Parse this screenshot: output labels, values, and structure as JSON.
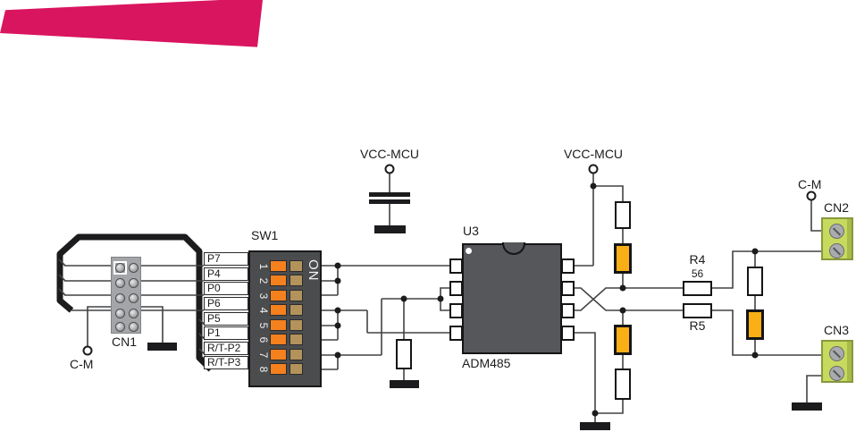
{
  "banner": {
    "color": "#D9155F"
  },
  "connector_cn1": {
    "ref": "CN1",
    "terminal_label": "C-M"
  },
  "net_labels": [
    "P7",
    "P4",
    "P0",
    "P6",
    "P5",
    "P1",
    "R/T-P2",
    "R/T-P3"
  ],
  "dip_switch": {
    "ref": "SW1",
    "on_label": "ON",
    "positions": [
      "1",
      "2",
      "3",
      "4",
      "5",
      "6",
      "7",
      "8"
    ]
  },
  "ic": {
    "ref": "U3",
    "part": "ADM485"
  },
  "power": {
    "vcc_left": "VCC-MCU",
    "vcc_right": "VCC-MCU"
  },
  "resistors": {
    "r4_ref": "R4",
    "r4_value": "56",
    "r5_ref": "R5"
  },
  "connector_cn2": {
    "ref": "CN2",
    "terminal_label": "C-M"
  },
  "connector_cn3": {
    "ref": "CN3"
  },
  "colors": {
    "banner_pink": "#D9155F",
    "ic_body_gray": "#56575A",
    "switch_body_gray": "#4B4C4E",
    "switch_orange": "#F5801E",
    "switch_tan": "#B3935B",
    "component_yellow": "#F9AF15",
    "terminal_green": "#C8DA5E",
    "wire": "#414244"
  }
}
